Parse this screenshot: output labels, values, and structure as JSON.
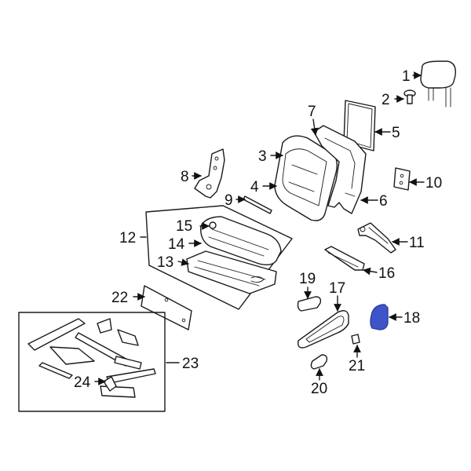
{
  "colors": {
    "highlight": "#2f3f9f",
    "highlight_fill": "#3f54c8",
    "line": "#1a1a1a"
  },
  "callouts": [
    "1",
    "2",
    "3",
    "4",
    "5",
    "6",
    "7",
    "8",
    "9",
    "10",
    "11",
    "12",
    "13",
    "14",
    "15",
    "16",
    "17",
    "18",
    "19",
    "20",
    "21",
    "22",
    "23",
    "24"
  ],
  "highlighted_part": "18"
}
